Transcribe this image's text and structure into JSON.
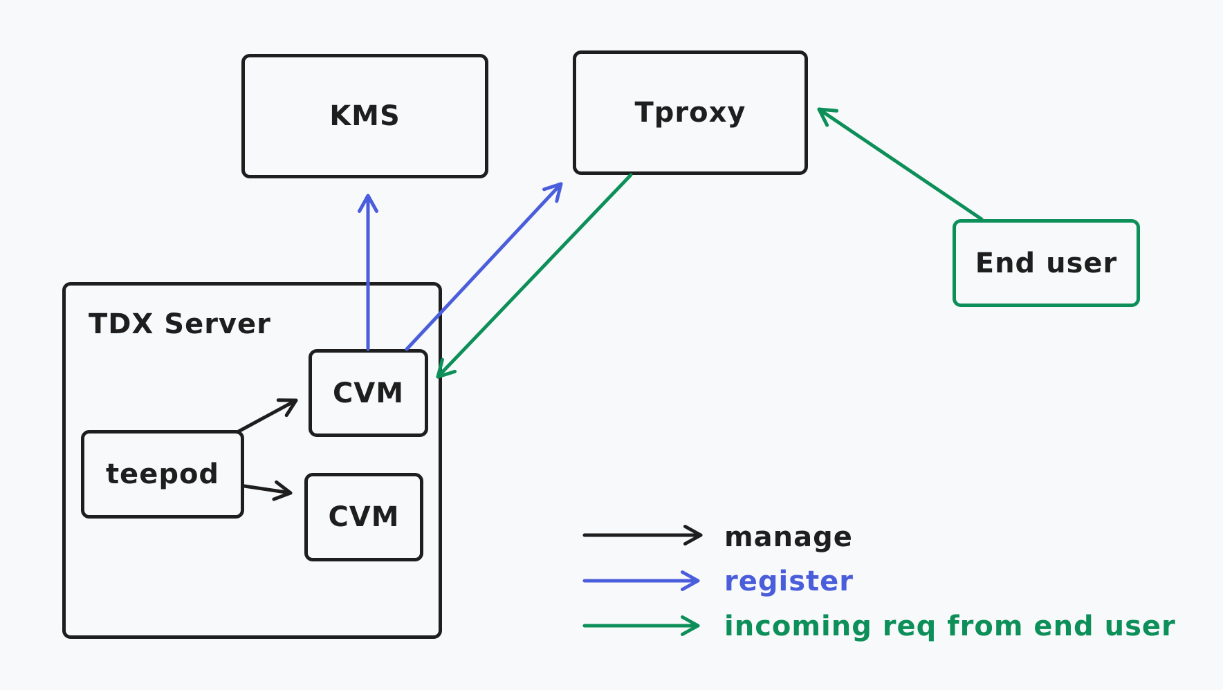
{
  "nodes": {
    "kms": "KMS",
    "tproxy": "Tproxy",
    "end_user": "End user",
    "tdx_server": "TDX Server",
    "cvm_1": "CVM",
    "cvm_2": "CVM",
    "teepod": "teepod"
  },
  "legend": {
    "manage": "manage",
    "register": "register",
    "incoming": "incoming req from end user"
  },
  "colors": {
    "background": "#f8f9fb",
    "manage": "#1e1e1e",
    "register": "#4a5ddb",
    "incoming": "#0c8f58"
  }
}
